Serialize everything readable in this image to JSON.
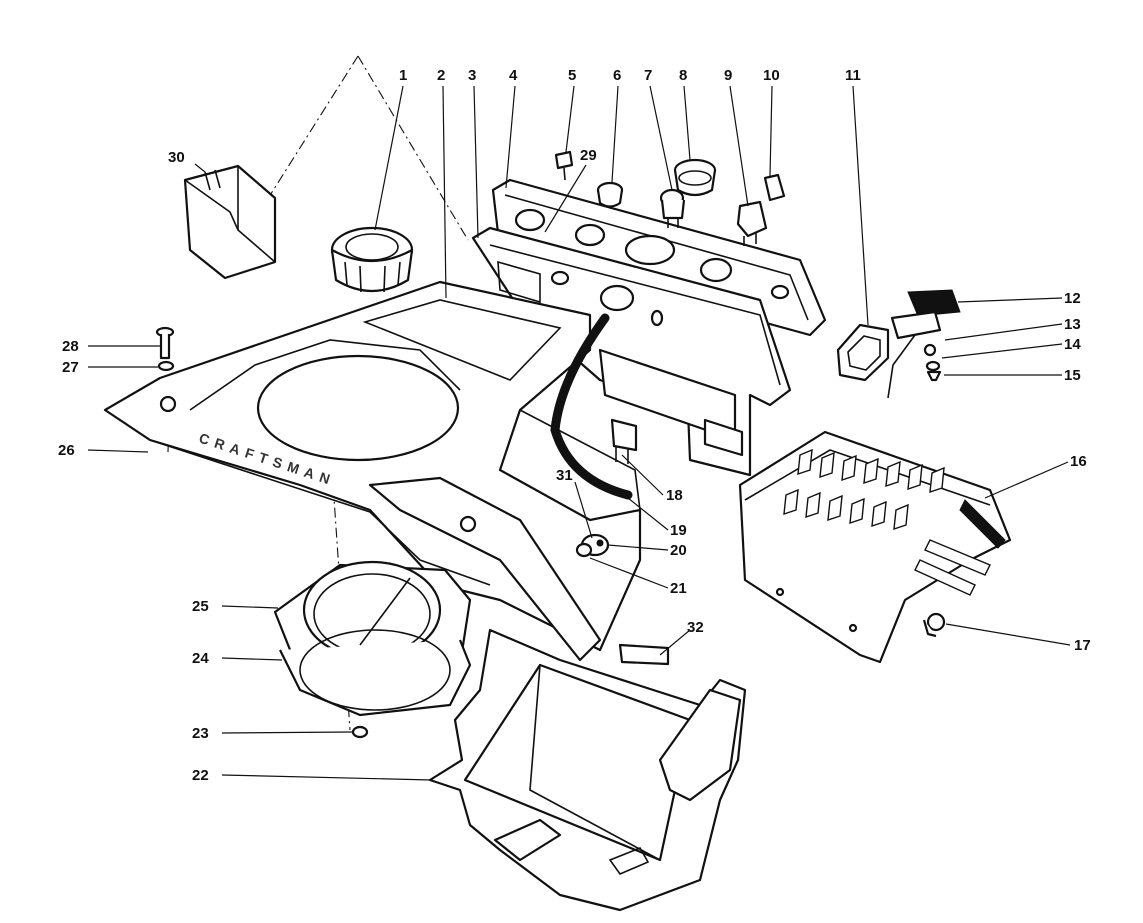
{
  "diagram": {
    "callouts": [
      "1",
      "2",
      "3",
      "4",
      "5",
      "6",
      "7",
      "8",
      "9",
      "10",
      "11",
      "12",
      "13",
      "14",
      "15",
      "16",
      "17",
      "18",
      "19",
      "20",
      "21",
      "22",
      "23",
      "24",
      "25",
      "26",
      "27",
      "28",
      "29",
      "30",
      "31",
      "32"
    ],
    "decal_text": "CRAFTSMAN"
  }
}
